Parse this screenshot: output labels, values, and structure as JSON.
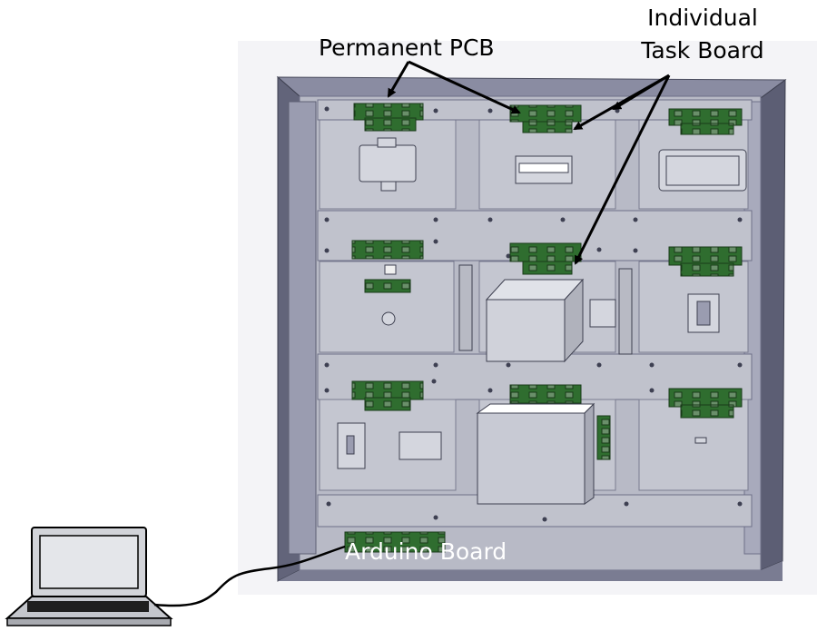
{
  "labels": {
    "permanent_pcb": "Permanent PCB",
    "individual_task_board_line1": "Individual",
    "individual_task_board_line2": "Task Board",
    "arduino_board": "Arduino Board"
  },
  "colors": {
    "cabinet_frame": "#6e7088",
    "cabinet_inner": "#c9cbd6",
    "panel": "#bfc1cc",
    "pcb_green": "#2e6b2e",
    "laptop_body": "#cfd1d6",
    "laptop_screen": "#e4e6ea",
    "cable": "#000000"
  },
  "icons": {
    "arrow": "arrow-icon",
    "laptop": "laptop-icon",
    "pcb": "pcb-icon"
  }
}
